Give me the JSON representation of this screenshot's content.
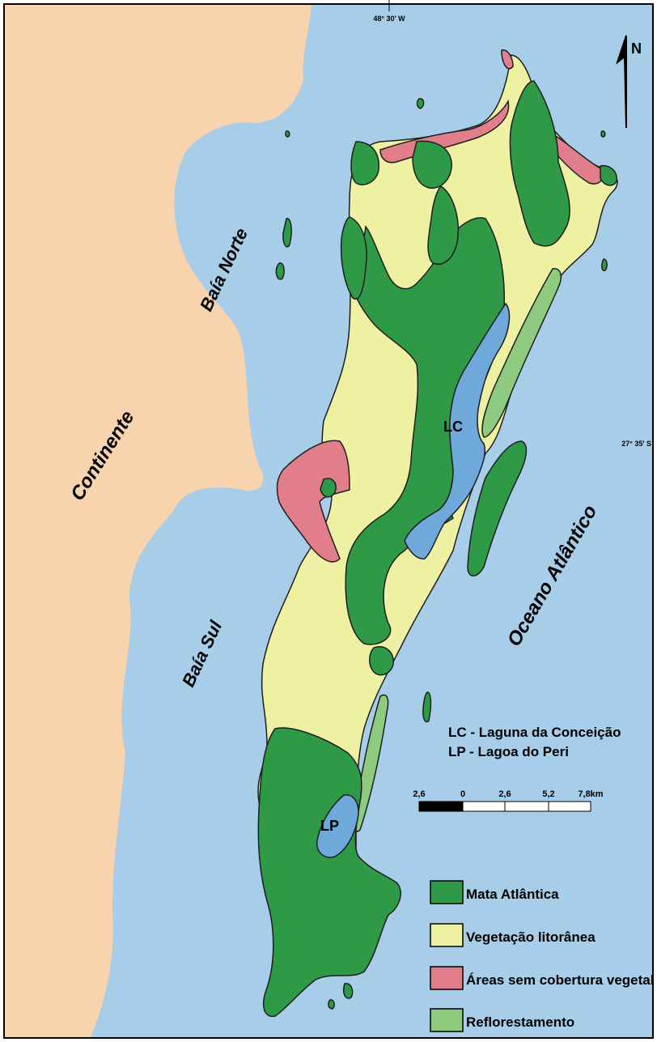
{
  "map": {
    "labels": {
      "continent": "Continente",
      "north_bay": "Baía Norte",
      "south_bay": "Baía Sul",
      "ocean": "Oceano Atlântico",
      "lagoon_lc": "LC",
      "lagoon_lp": "LP"
    },
    "coordinates": {
      "longitude": "48° 30' W",
      "latitude": "27° 35' S"
    },
    "north_arrow": "N",
    "abbreviations": [
      "LC - Laguna da Conceição",
      "LP - Lagoa do Peri"
    ],
    "scale_bar": {
      "labels": [
        "2,6",
        "0",
        "2,6",
        "5,2",
        "7,8km"
      ]
    },
    "legend": [
      {
        "label": "Mata Atlântica",
        "color": "#2e9a48"
      },
      {
        "label": "Vegetação litorânea",
        "color": "#eef0a2"
      },
      {
        "label": "Áreas sem cobertura vegetal",
        "color": "#e27e8c"
      },
      {
        "label": "Reflorestamento",
        "color": "#8ecb7e"
      }
    ],
    "colors": {
      "sea": "#a8cde9",
      "continent": "#f7d3ae",
      "lagoon": "#6fa8da",
      "outline": "#1e1e1e"
    }
  }
}
